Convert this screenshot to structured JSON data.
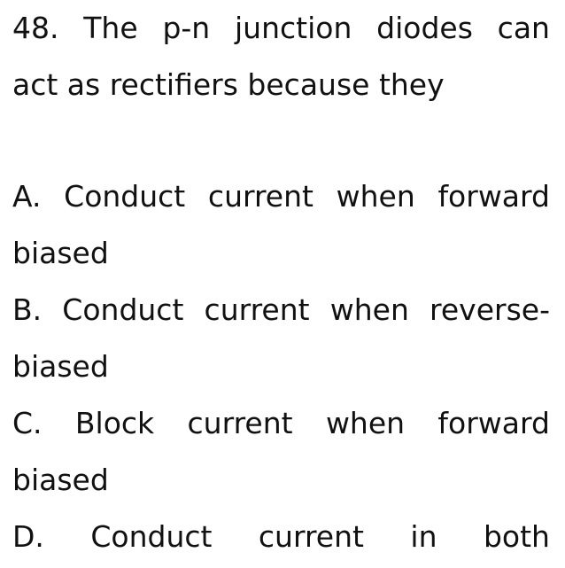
{
  "question": {
    "line1": [
      "48.",
      "The",
      "p-n",
      "junction",
      "diodes",
      "can"
    ],
    "line2": "act as rectifiers because they"
  },
  "options": {
    "a": {
      "line1": [
        "A.",
        "Conduct",
        "current",
        "when",
        "forward"
      ],
      "line2": "biased"
    },
    "b": {
      "line1": [
        "B.",
        "Conduct",
        "current",
        "when",
        "reverse-"
      ],
      "line2": "biased"
    },
    "c": {
      "line1": [
        "C.",
        "Block",
        "current",
        "when",
        "forward"
      ],
      "line2": "biased"
    },
    "d": {
      "line1": [
        "D.",
        "Conduct",
        "current",
        "in",
        "both"
      ]
    }
  }
}
